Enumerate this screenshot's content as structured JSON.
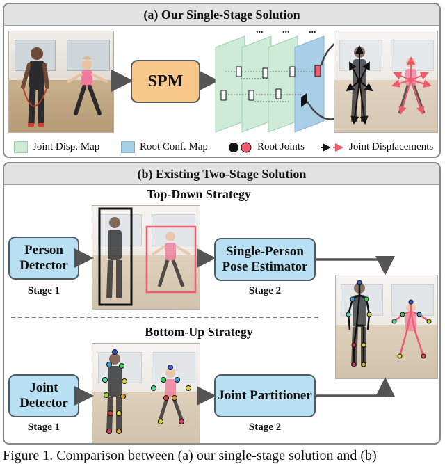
{
  "panel_a": {
    "title": "(a) Our Single-Stage Solution",
    "spm_label": "SPM",
    "dots": "...",
    "legend": {
      "joint_disp_map": "Joint Disp. Map",
      "root_conf_map": "Root Conf. Map",
      "root_joints": "Root Joints",
      "joint_displacements": "Joint Displacements"
    }
  },
  "panel_b": {
    "title": "(b) Existing Two-Stage Solution",
    "top_down": {
      "title": "Top-Down Strategy",
      "box1": "Person Detector",
      "box2": "Single-Person Pose Estimator",
      "stage1": "Stage 1",
      "stage2": "Stage 2"
    },
    "bottom_up": {
      "title": "Bottom-Up Strategy",
      "box1": "Joint Detector",
      "box2": "Joint Partitioner",
      "stage1": "Stage 1",
      "stage2": "Stage 2"
    }
  },
  "caption": "Figure 1. Comparison between (a) our single-stage solution and (b)",
  "colors": {
    "map_green": "#cdebd7",
    "map_blue": "#a9cfe6",
    "spm_orange": "#f7c88a",
    "box_blue": "#b9dff2",
    "accent_pink": "#ee5a6e",
    "dark": "#1a1a1a"
  }
}
